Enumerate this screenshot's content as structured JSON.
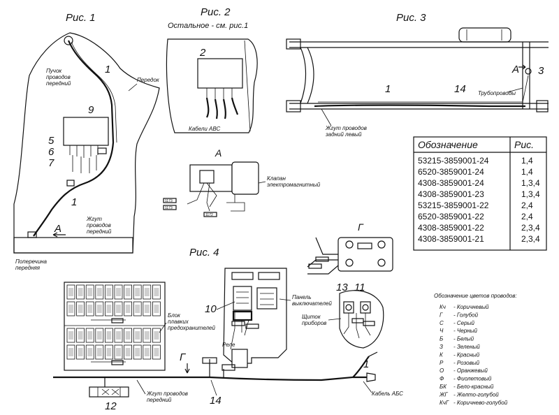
{
  "captions": {
    "fig1": "Рис. 1",
    "fig2": "Рис. 2",
    "fig2_note": "Остальное - см. рис.1",
    "fig3": "Рис. 3",
    "fig4": "Рис. 4"
  },
  "fig1": {
    "n9": "9",
    "n5": "5",
    "n6": "6",
    "n7": "7",
    "n1a": "1",
    "n1b": "1",
    "nA": "A",
    "puchok": [
      "Пучок",
      "проводов",
      "передний"
    ],
    "peredok": "Передок",
    "zhgut": [
      "Жгут",
      "проводов",
      "передний"
    ],
    "poperechina": [
      "Поперечина",
      "передняя"
    ]
  },
  "fig2": {
    "n2": "2",
    "cables": "Кабели АВС"
  },
  "viewA": {
    "letter": "A",
    "valve": [
      "Клапан",
      "электромагнитный"
    ],
    "tags": [
      "1173",
      "1173",
      "1172"
    ]
  },
  "fig3": {
    "n1": "1",
    "n14": "14",
    "n3": "3",
    "nA": "A",
    "pipes": "Трубопроводы",
    "harness": [
      "Жгут проводов",
      "задний левый"
    ]
  },
  "table": {
    "headers": [
      "Обозначение",
      "Рис."
    ],
    "rows": [
      [
        "53215-3859001-24",
        "1,4"
      ],
      [
        "6520-3859001-24",
        "1,4"
      ],
      [
        "4308-3859001-24",
        "1,3,4"
      ],
      [
        "4308-3859001-23",
        "1,3,4"
      ],
      [
        "53215-3859001-22",
        "2,4"
      ],
      [
        "6520-3859001-22",
        "2,4"
      ],
      [
        "4308-3859001-22",
        "2,3,4"
      ],
      [
        "4308-3859001-21",
        "2,3,4"
      ]
    ]
  },
  "viewG": {
    "letter": "Г"
  },
  "fig4": {
    "n10": "10",
    "n13": "13",
    "n11": "11",
    "n12": "12",
    "n14": "14",
    "n1": "1",
    "nG": "Г",
    "panel": [
      "Панель",
      "выключателей"
    ],
    "fuse": [
      "Блок",
      "плавких",
      "предохранителей"
    ],
    "dash": [
      "Щиток",
      "приборов"
    ],
    "relay": "Реле",
    "front": [
      "Жгут проводов",
      "передний"
    ],
    "abs": "Кабель АБС"
  },
  "legend": {
    "title": "Обозначение цветов проводов:",
    "items": [
      [
        "Кч",
        "- Коричневый"
      ],
      [
        "Г",
        "- Голубой"
      ],
      [
        "С",
        "- Серый"
      ],
      [
        "Ч",
        "- Черный"
      ],
      [
        "Б",
        "- Белый"
      ],
      [
        "З",
        "- Зеленый"
      ],
      [
        "К",
        "- Красный"
      ],
      [
        "Р",
        "- Розовый"
      ],
      [
        "О",
        "- Оранжевый"
      ],
      [
        "Ф",
        "- Фиолетовый"
      ],
      [
        "БК",
        "- Бело-красный"
      ],
      [
        "ЖГ",
        "- Желто-голубой"
      ],
      [
        "КчГ",
        "- Коричнево-голубой"
      ]
    ]
  }
}
